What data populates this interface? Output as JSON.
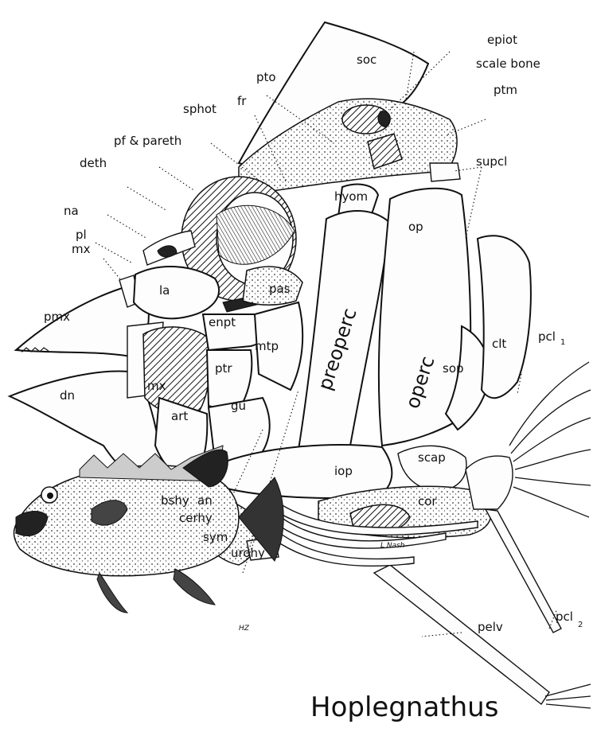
{
  "title": "Hoplegnathus",
  "signature": "L Nash",
  "inset_signature": "HZ",
  "labels": {
    "soc": "soc",
    "epiot": "epiot",
    "scale_bone": "scale bone",
    "pto": "pto",
    "fr": "fr",
    "ptm": "ptm",
    "sphot": "sphot",
    "pf_pareth": "pf & pareth",
    "supcl": "supcl",
    "deth": "deth",
    "hyom": "hyom",
    "op": "op",
    "na": "na",
    "pl": "pl",
    "mx_upper": "mx",
    "la": "la",
    "pas": "pas",
    "pmx": "pmx",
    "enpt": "enpt",
    "mtp": "mtp",
    "preoperc": "preoperc",
    "operc": "operc",
    "clt": "clt",
    "pcl1": "pcl",
    "pcl1_sub": "1",
    "sop": "sop",
    "mx_lower": "mx",
    "ptr": "ptr",
    "dn": "dn",
    "gu": "gu",
    "art": "art",
    "scap": "scap",
    "iop": "iop",
    "cor": "cor",
    "bshy": "bshy",
    "an": "an",
    "cerhy": "cerhy",
    "sym": "sym",
    "urohy": "urohy",
    "pcl2": "pcl",
    "pcl2_sub": "2",
    "pelv": "pelv"
  }
}
